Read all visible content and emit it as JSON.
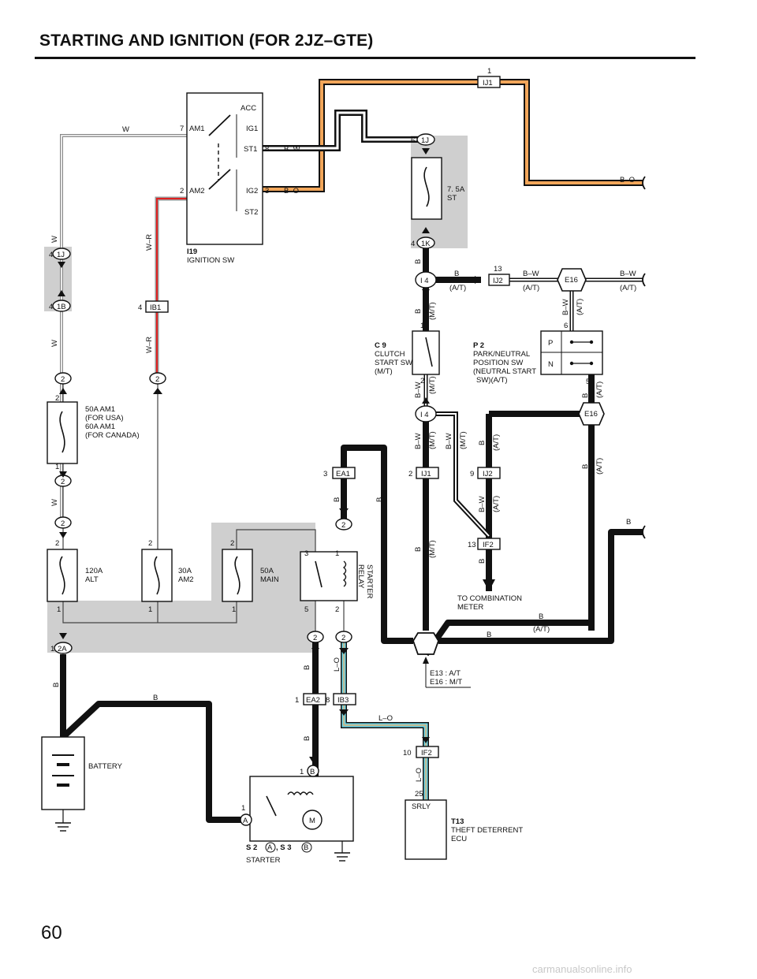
{
  "page": {
    "title": "STARTING AND IGNITION (FOR 2JZ–GTE)",
    "number": "60",
    "watermark": "carmanualsonline.info"
  },
  "components": {
    "ignition_sw": {
      "ref": "I19",
      "name": "IGNITION SW",
      "pins": {
        "acc": "ACC",
        "am1": "AM1",
        "ig1": "IG1",
        "st1": "ST1",
        "am2": "AM2",
        "ig2": "IG2",
        "st2": "ST2",
        "n7": "7",
        "n2": "2",
        "n8": "8",
        "n3": "3"
      }
    },
    "fuse_st": {
      "name": "7. 5A",
      "sub": "ST"
    },
    "fuse_am1": {
      "line1": "50A AM1",
      "line2": "(FOR USA)",
      "line3": "60A AM1",
      "line4": "(FOR CANADA)"
    },
    "fuse_alt": {
      "line1": "120A",
      "line2": "ALT"
    },
    "fuse_am2": {
      "line1": "30A",
      "line2": "AM2"
    },
    "fuse_main": {
      "line1": "50A",
      "line2": "MAIN"
    },
    "clutch_sw": {
      "ref": "C 9",
      "line1": "CLUTCH",
      "line2": "START SW",
      "line3": "(M/T)"
    },
    "park_sw": {
      "ref": "P 2",
      "line1": "PARK/NEUTRAL",
      "line2": "POSITION SW",
      "line3": "(NEUTRAL START",
      "line4": "SW)(A/T)",
      "p": "P",
      "n": "N"
    },
    "starter_relay": {
      "line1": "STARTER",
      "line2": "RELAY"
    },
    "battery": {
      "name": "BATTERY"
    },
    "starter": {
      "ref1": "S 2",
      "ref2": ", S 3",
      "name": "STARTER",
      "motor": "M",
      "a": "A",
      "b": "B"
    },
    "theft_ecu": {
      "ref": "T13",
      "line1": "THEFT DETERRENT",
      "line2": "ECU",
      "pin": "SRLY"
    },
    "meter": {
      "line1": "TO COMBINATION",
      "line2": "METER"
    },
    "ground": {
      "line1": "E13 : A/T",
      "line2": "E16 : M/T"
    }
  },
  "connectors": {
    "ij1_top": "IJ1",
    "j1": "1J",
    "k1": "1K",
    "i4": "I 4",
    "ij2_top": "IJ2",
    "e16": "E16",
    "b1": "1B",
    "ib1": "IB1",
    "c2": "2",
    "ea1": "EA1",
    "ij1_mid": "IJ1",
    "ij2_mid": "IJ2",
    "if2_mid": "IF2",
    "a2": "2A",
    "ea2": "EA2",
    "ib3": "IB3",
    "if2_low": "IF2"
  },
  "wires": {
    "w": "W",
    "b": "B",
    "bw": "B–W",
    "bo": "B–O",
    "wr": "W–R",
    "lo": "L–O",
    "at": "(A/T)",
    "mt": "(M/T)"
  },
  "pins": {
    "p1": "1",
    "p2": "2",
    "p3": "3",
    "p4": "4",
    "p5": "5",
    "p6": "6",
    "p7": "7",
    "p8": "8",
    "p9": "9",
    "p10": "10",
    "p13": "13",
    "p25": "25"
  },
  "colors": {
    "orange": "#f2a65a",
    "red": "#e02020",
    "cyan": "#6fd6e6",
    "shade": "#cfcfcf"
  }
}
